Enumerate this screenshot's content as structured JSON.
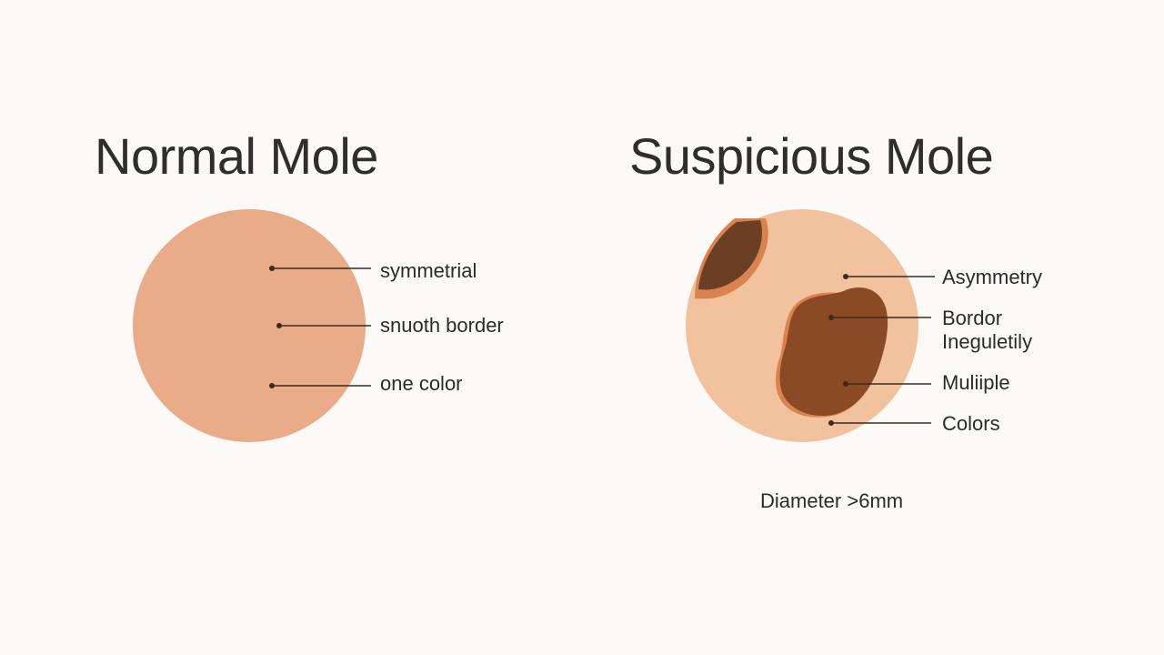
{
  "colors": {
    "background": "#fbfaf7",
    "normal_skin": "#e9ab88",
    "suspicious_skin": "#f2c29e",
    "dark_brown": "#6b3f24",
    "medium_brown": "#8b4a26",
    "halo_orange": "#d9834f",
    "leader_line": "#3a2a22"
  },
  "normal": {
    "title": "Normal Mole",
    "labels": {
      "symmetry": "symmetrial",
      "border": "snuoth border",
      "color": "one color"
    }
  },
  "suspicious": {
    "title": "Suspicious Mole",
    "labels": {
      "asymmetry": "Asymmetry",
      "border_line1": "Bordor",
      "border_line2": "Ineguletily",
      "multiple": "Muliiple",
      "colors": "Colors",
      "diameter": "Diameter >6mm"
    }
  }
}
